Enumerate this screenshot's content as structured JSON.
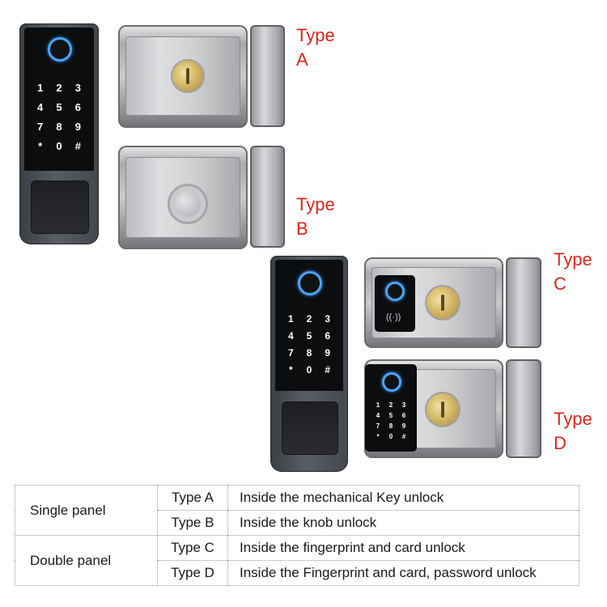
{
  "keypad_keys": [
    "1",
    "2",
    "3",
    "4",
    "5",
    "6",
    "7",
    "8",
    "9",
    "*",
    "0",
    "#"
  ],
  "labels": {
    "type_a": [
      "Type",
      "A"
    ],
    "type_b": [
      "Type",
      "B"
    ],
    "type_c": [
      "Type",
      "C"
    ],
    "type_d": [
      "Type",
      "D"
    ]
  },
  "table": {
    "groups": [
      {
        "panel": "Single panel",
        "rows": [
          {
            "type": "Type A",
            "desc": "Inside the mechanical Key unlock"
          },
          {
            "type": "Type B",
            "desc": "Inside the knob unlock"
          }
        ]
      },
      {
        "panel": "Double panel",
        "rows": [
          {
            "type": "Type C",
            "desc": "Inside the fingerprint and card unlock"
          },
          {
            "type": "Type D",
            "desc": "Inside the Fingerprint and card, password unlock"
          }
        ]
      }
    ]
  },
  "colors": {
    "label_red": "#d9261c",
    "fingerprint_blue": "#4aa3ff",
    "brass": "#d6b968"
  }
}
